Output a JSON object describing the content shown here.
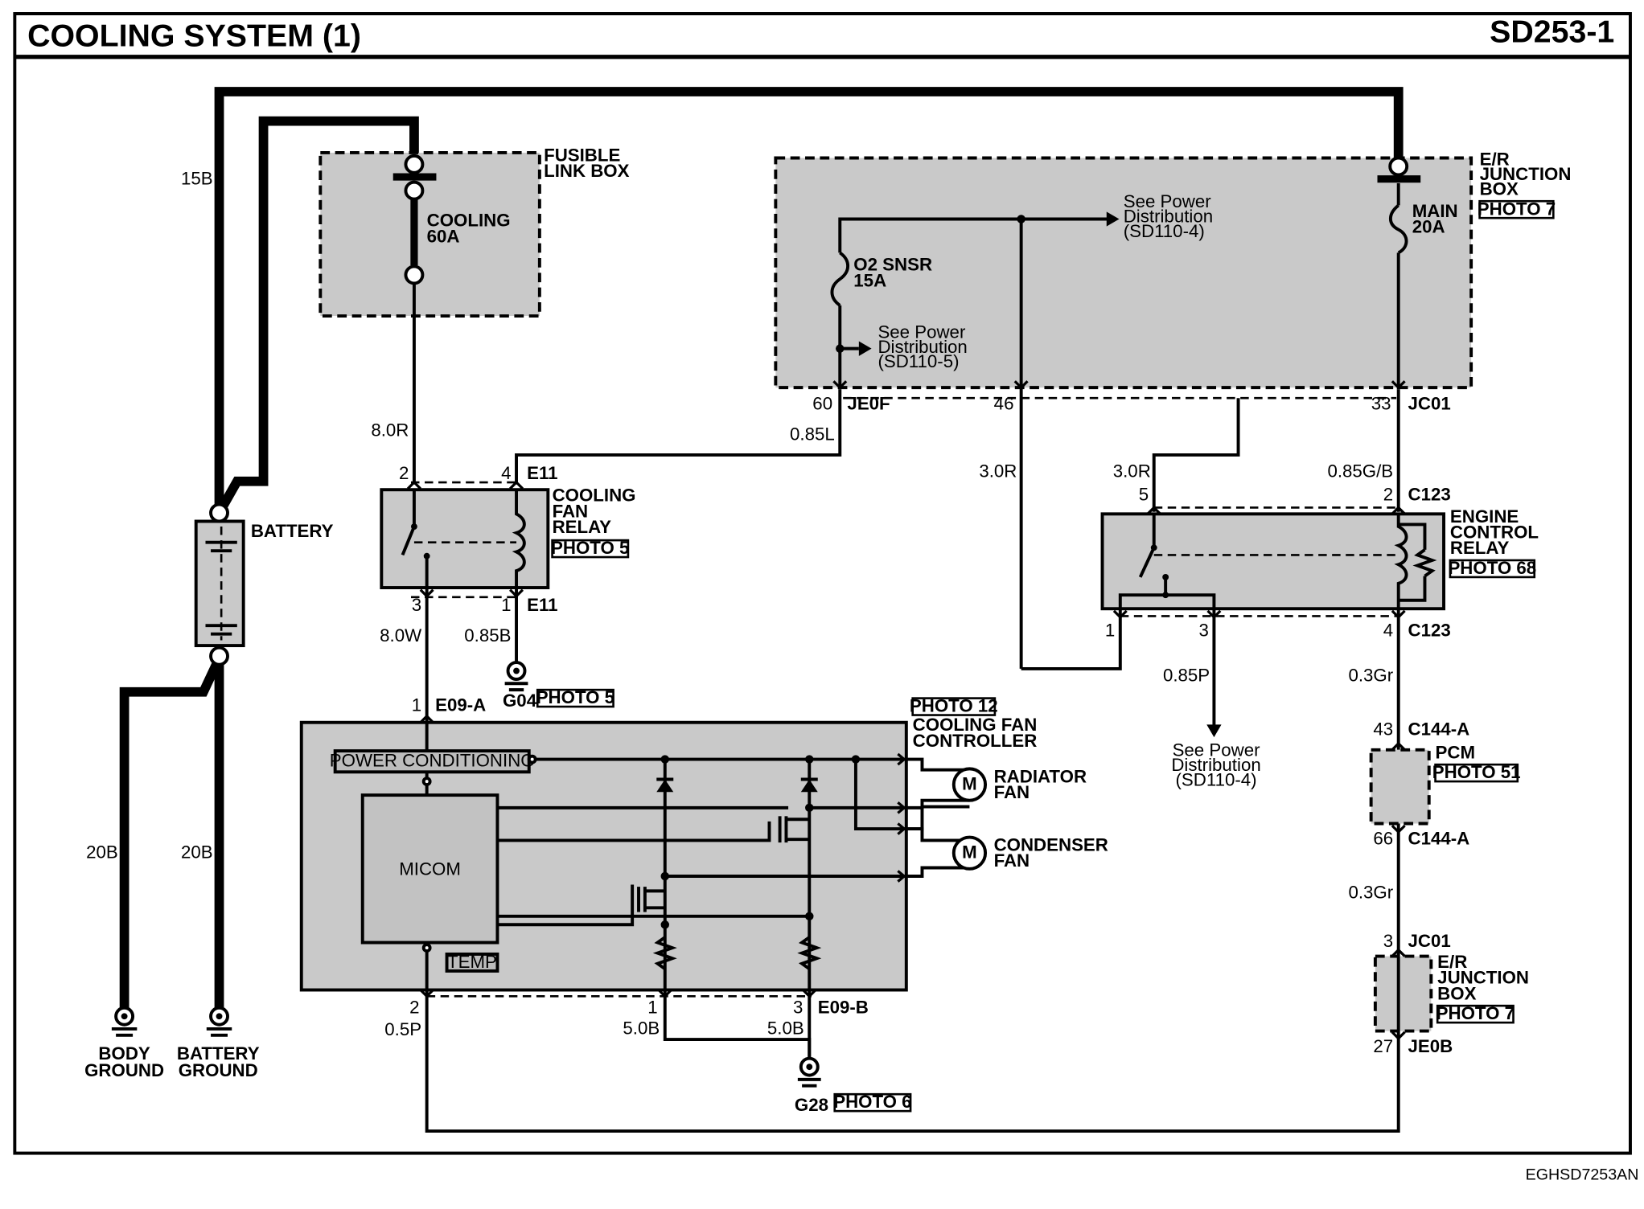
{
  "header": {
    "title": "COOLING SYSTEM (1)",
    "code": "SD253-1"
  },
  "footer": {
    "code": "EGHSD7253AN"
  },
  "fusible_link_box": {
    "title_l1": "FUSIBLE",
    "title_l2": "LINK BOX",
    "fuse_name": "COOLING",
    "fuse_rating": "60A"
  },
  "er_junction_box_top": {
    "title_l1": "E/R",
    "title_l2": "JUNCTION",
    "title_l3": "BOX",
    "photo": "PHOTO 7",
    "main_name": "MAIN",
    "main_rating": "20A",
    "o2_name": "O2 SNSR",
    "o2_rating": "15A"
  },
  "power_dist": {
    "line1": "See Power",
    "line2": "Distribution",
    "ref_110_4": "(SD110-4)",
    "ref_110_5": "(SD110-5)"
  },
  "battery": {
    "label": "BATTERY",
    "wire_15b": "15B",
    "wire_20b_body": "20B",
    "wire_20b_batt": "20B"
  },
  "grounds": {
    "body": {
      "l1": "BODY",
      "l2": "GROUND"
    },
    "battery": {
      "l1": "BATTERY",
      "l2": "GROUND"
    },
    "g04": {
      "name": "G04",
      "photo": "PHOTO 5"
    },
    "g28": {
      "name": "G28",
      "photo": "PHOTO 6"
    }
  },
  "cooling_fan_relay": {
    "l1": "COOLING",
    "l2": "FAN",
    "l3": "RELAY",
    "photo": "PHOTO 5",
    "pin2": "2",
    "pin4": "4",
    "pin3": "3",
    "pin1": "1",
    "conn_top": "E11",
    "conn_bottom": "E11"
  },
  "engine_control_relay": {
    "l1": "ENGINE",
    "l2": "CONTROL",
    "l3": "RELAY",
    "photo": "PHOTO 68",
    "pin5": "5",
    "pin2": "2",
    "pin1": "1",
    "pin3": "3",
    "pin4": "4",
    "conn_top": "C123",
    "conn_bottom": "C123"
  },
  "controller": {
    "photo": "PHOTO 12",
    "l1": "COOLING FAN",
    "l2": "CONTROLLER",
    "power_cond": "POWER CONDITIONING",
    "micom": "MICOM",
    "temp": "TEMP",
    "conn_top": "E09-A",
    "pin_top": "1",
    "conn_bottom": "E09-B",
    "pin2": "2",
    "pin1": "1",
    "pin3": "3"
  },
  "fans": {
    "motor": "M",
    "radiator_l1": "RADIATOR",
    "radiator_l2": "FAN",
    "condenser_l1": "CONDENSER",
    "condenser_l2": "FAN"
  },
  "pcm": {
    "label": "PCM",
    "photo": "PHOTO 51",
    "pin_top": "43",
    "conn_top": "C144-A",
    "pin_bottom": "66",
    "conn_bottom": "C144-A"
  },
  "er_junction_box_bottom": {
    "l1": "E/R",
    "l2": "JUNCTION",
    "l3": "BOX",
    "photo": "PHOTO 7",
    "pin_top": "3",
    "conn_top": "JC01",
    "pin_bottom": "27",
    "conn_bottom": "JE0B"
  },
  "connectors": {
    "pin60": "60",
    "je0f": "JE0F",
    "pin46": "46",
    "pin33": "33",
    "jc01": "JC01"
  },
  "wires": {
    "w_8_0r": "8.0R",
    "w_0_85l": "0.85L",
    "w_3_0r_a": "3.0R",
    "w_3_0r_b": "3.0R",
    "w_0_85gb": "0.85G/B",
    "w_8_0w": "8.0W",
    "w_0_85b": "0.85B",
    "w_0_85p": "0.85P",
    "w_0_3gr_a": "0.3Gr",
    "w_0_3gr_b": "0.3Gr",
    "w_0_5p": "0.5P",
    "w_5_0b_a": "5.0B",
    "w_5_0b_b": "5.0B"
  }
}
